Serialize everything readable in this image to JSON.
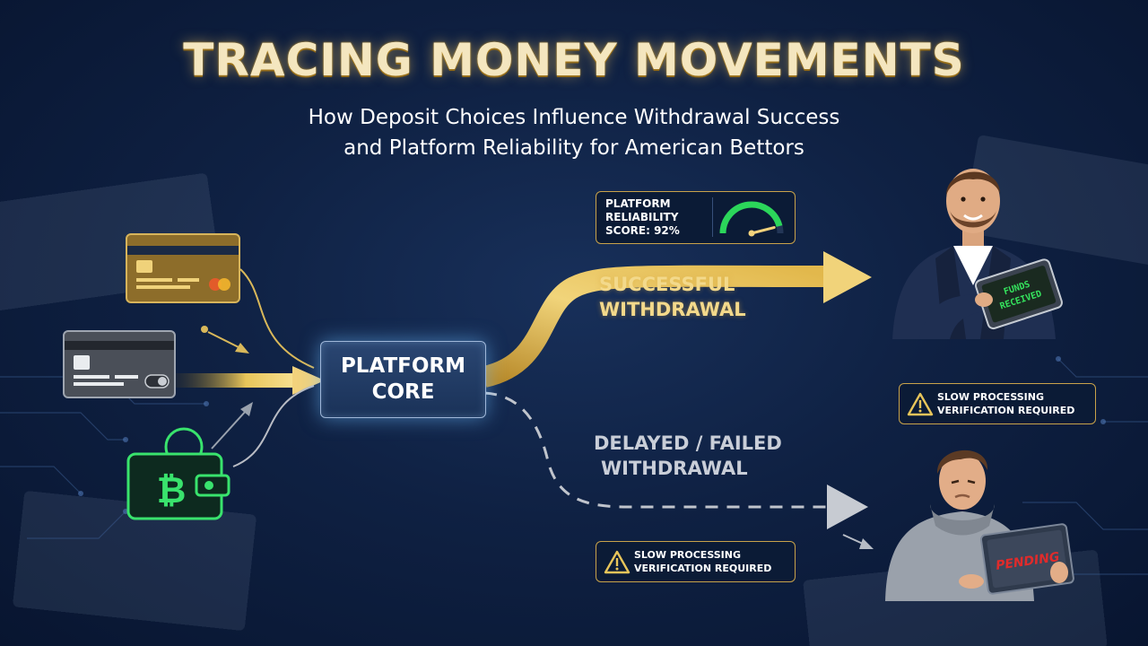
{
  "title": "TRACING MONEY MOVEMENTS",
  "subtitle": {
    "line1": "How Deposit Choices Influence Withdrawal Success",
    "line2": "and Platform Reliability for American Bettors"
  },
  "core": {
    "line1": "PLATFORM",
    "line2": "CORE"
  },
  "score": {
    "line1": "PLATFORM",
    "line2": "RELIABILITY",
    "line3": "SCORE: 92%",
    "value_percent": 92
  },
  "success": {
    "line1": "SUCCESSFUL",
    "line2": "WITHDRAWAL"
  },
  "failed": {
    "line1": "DELAYED / FAILED",
    "line2": "WITHDRAWAL"
  },
  "warning_top": {
    "line1": "SLOW PROCESSING",
    "line2": "VERIFICATION REQUIRED"
  },
  "warning_bottom": {
    "line1": "SLOW PROCESSING",
    "line2": "VERIFICATION REQUIRED"
  },
  "tablet_happy": {
    "line1": "FUNDS",
    "line2": "RECEIVED"
  },
  "laptop_sad": {
    "text": "PENDING"
  },
  "icons": {
    "deposit_gold_card": "gold-credit-card-icon",
    "deposit_gray_card": "gray-credit-card-icon",
    "deposit_crypto": "bitcoin-wallet-icon",
    "gauge": "gauge-icon",
    "warning": "warning-triangle-icon"
  },
  "colors": {
    "gold": "#e8c55a",
    "background": "#0f2143",
    "crypto_green": "#39e36d",
    "gauge_green": "#2bd65a",
    "warning_gold": "#c9a24a",
    "pending_red": "#e02b2b"
  }
}
